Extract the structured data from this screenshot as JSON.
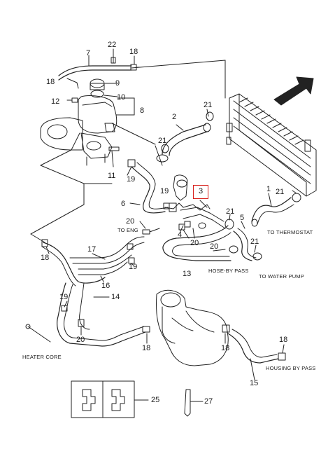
{
  "diagram": {
    "highlight_color": "#d8201c",
    "line_color": "#222222",
    "callouts": [
      {
        "id": "c7",
        "text": "7"
      },
      {
        "id": "c22",
        "text": "22"
      },
      {
        "id": "c18a",
        "text": "18"
      },
      {
        "id": "c18b",
        "text": "18"
      },
      {
        "id": "c9",
        "text": "9"
      },
      {
        "id": "c10",
        "text": "10"
      },
      {
        "id": "c12",
        "text": "12"
      },
      {
        "id": "c8",
        "text": "8"
      },
      {
        "id": "c2",
        "text": "2"
      },
      {
        "id": "c21a",
        "text": "21"
      },
      {
        "id": "c21b",
        "text": "21"
      },
      {
        "id": "c11",
        "text": "11"
      },
      {
        "id": "c19a",
        "text": "19"
      },
      {
        "id": "c19b",
        "text": "19"
      },
      {
        "id": "c6",
        "text": "6"
      },
      {
        "id": "c20a",
        "text": "20"
      },
      {
        "id": "c4",
        "text": "4"
      },
      {
        "id": "c20b",
        "text": "20"
      },
      {
        "id": "c21c",
        "text": "21"
      },
      {
        "id": "c5",
        "text": "5"
      },
      {
        "id": "c1",
        "text": "1"
      },
      {
        "id": "c21d",
        "text": "21"
      },
      {
        "id": "c21e",
        "text": "21"
      },
      {
        "id": "c20c",
        "text": "20"
      },
      {
        "id": "c13",
        "text": "13"
      },
      {
        "id": "c18c",
        "text": "18"
      },
      {
        "id": "c17",
        "text": "17"
      },
      {
        "id": "c19c",
        "text": "19"
      },
      {
        "id": "c16",
        "text": "16"
      },
      {
        "id": "c19d",
        "text": "19"
      },
      {
        "id": "c14",
        "text": "14"
      },
      {
        "id": "c20d",
        "text": "20"
      },
      {
        "id": "c18d",
        "text": "18"
      },
      {
        "id": "c18e",
        "text": "18"
      },
      {
        "id": "c18f",
        "text": "18"
      },
      {
        "id": "c15",
        "text": "15"
      },
      {
        "id": "c25",
        "text": "25"
      },
      {
        "id": "c27",
        "text": "27"
      }
    ],
    "highlighted_callout": "3",
    "notes": {
      "to_eng": "TO ENG",
      "to_thermostat": "TO THERMOSTAT",
      "hose_by_pass": "HOSE-BY PASS",
      "to_water_pump": "TO WATER PUMP",
      "heater_core": "HEATER CORE",
      "housing_by_pass": "HOUSING BY PASS"
    }
  }
}
